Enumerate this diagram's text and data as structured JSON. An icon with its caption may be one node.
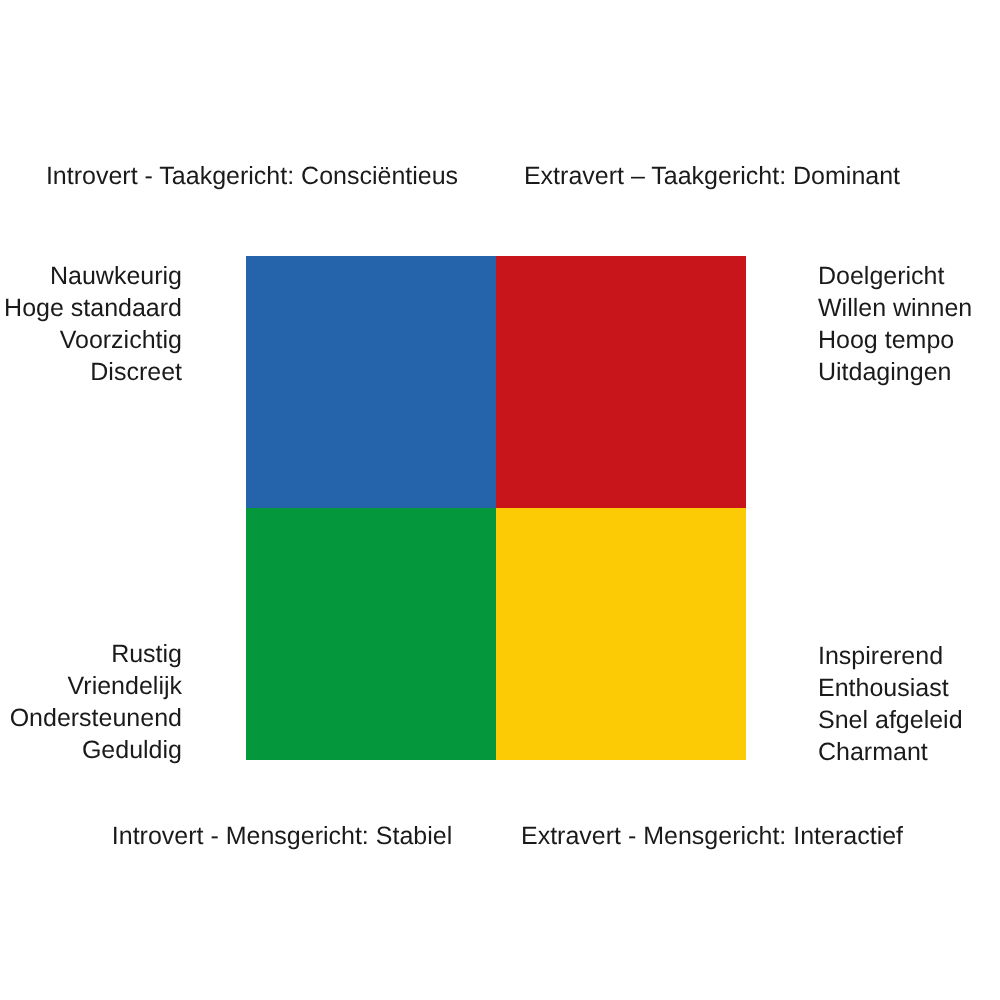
{
  "diagram": {
    "nodes": [
      {
        "text": [],
        "shape": "box",
        "beside": [
          "Introvert - Taakgericht: Consciëntieus",
          "Nauwkeurig",
          "Hoge standaard",
          "Voorzichtig",
          "Discreet"
        ]
      },
      {
        "text": [],
        "shape": "box",
        "beside": [
          "Extravert – Taakgericht: Dominant",
          "Doelgericht",
          "Willen winnen",
          "Hoog tempo",
          "Uitdagingen"
        ]
      },
      {
        "text": [],
        "shape": "box",
        "beside": [
          "Introvert - Mensgericht: Stabiel",
          "Rustig",
          "Vriendelijk",
          "Ondersteunend",
          "Geduldig"
        ]
      },
      {
        "text": [],
        "shape": "box",
        "beside": [
          "Extravert - Mensgericht: Interactief",
          "Inspirerend",
          "Enthousiast",
          "Snel afgeleid",
          "Charmant"
        ]
      }
    ]
  }
}
